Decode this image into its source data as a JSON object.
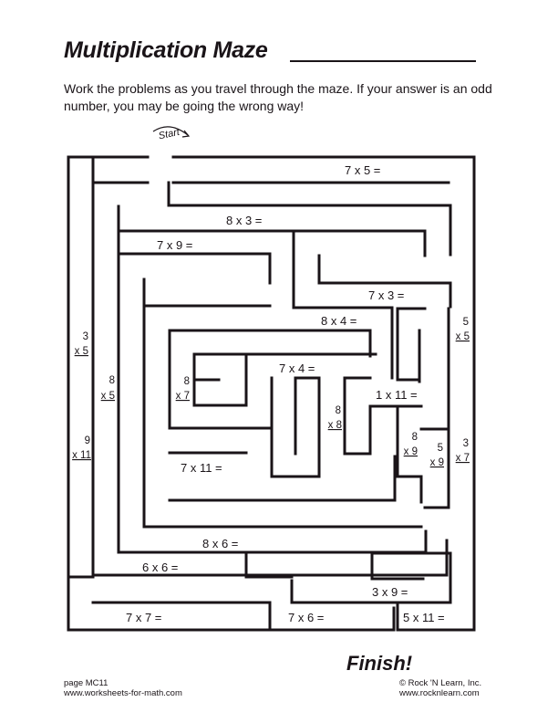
{
  "title": "Multiplication Maze",
  "instructions": "Work the problems as you travel through the maze. If your answer is an odd number, you may be going the wrong way!",
  "start_label": "Start",
  "finish_label": "Finish!",
  "maze": {
    "horizontal_problems": [
      "7 x 5 =",
      "8 x  3 =",
      "7 x 9 =",
      "7 x 3 =",
      "8 x 4 =",
      "7 x 4 =",
      "1 x 11 =",
      "7 x 11 =",
      "8 x 6 =",
      "6 x 6 =",
      "3 x 9 =",
      "7 x 7 =",
      "7 x 6 =",
      "5 x 11 ="
    ],
    "vertical_problems": [
      {
        "top": "3",
        "bottom": "x 5"
      },
      {
        "top": "8",
        "bottom": "x 5"
      },
      {
        "top": "9",
        "bottom": "x 11"
      },
      {
        "top": "8",
        "bottom": "x 7"
      },
      {
        "top": "8",
        "bottom": "x 8"
      },
      {
        "top": "8",
        "bottom": "x 9"
      },
      {
        "top": "5",
        "bottom": "x 9"
      },
      {
        "top": "3",
        "bottom": "x 7"
      },
      {
        "top": "5",
        "bottom": "x 5"
      }
    ]
  },
  "footer": {
    "page": "page MC11",
    "website_left": "www.worksheets-for-math.com",
    "copyright": "© Rock 'N Learn, Inc.",
    "website_right": "www.rocknlearn.com"
  }
}
